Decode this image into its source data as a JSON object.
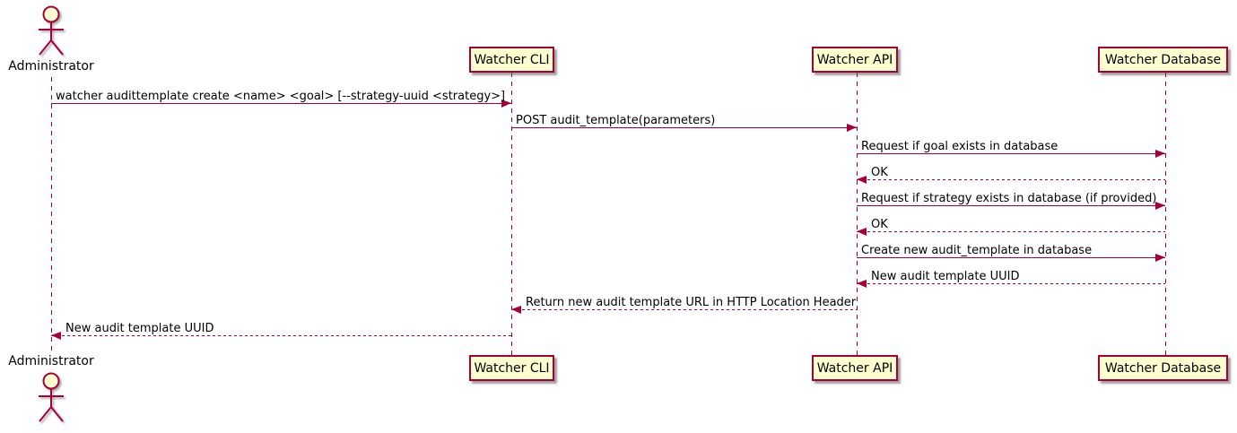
{
  "diagram": {
    "kind": "plantuml-sequence",
    "colors": {
      "accent": "#A80036",
      "participant_fill": "#FEFECE",
      "text": "#000000",
      "background": "#FFFFFF"
    }
  },
  "actor": {
    "label": "Administrator"
  },
  "participants": [
    {
      "label": "Watcher CLI"
    },
    {
      "label": "Watcher API"
    },
    {
      "label": "Watcher Database"
    }
  ],
  "messages": [
    {
      "from": "Administrator",
      "to": "Watcher CLI",
      "style": "solid",
      "text": "watcher audittemplate create <name> <goal> [--strategy-uuid <strategy>]"
    },
    {
      "from": "Watcher CLI",
      "to": "Watcher API",
      "style": "solid",
      "text": "POST audit_template(parameters)"
    },
    {
      "from": "Watcher API",
      "to": "Watcher Database",
      "style": "solid",
      "text": "Request if goal exists in database"
    },
    {
      "from": "Watcher Database",
      "to": "Watcher API",
      "style": "dashed",
      "text": "OK"
    },
    {
      "from": "Watcher API",
      "to": "Watcher Database",
      "style": "solid",
      "text": "Request if strategy exists in database (if provided)"
    },
    {
      "from": "Watcher Database",
      "to": "Watcher API",
      "style": "dashed",
      "text": "OK"
    },
    {
      "from": "Watcher API",
      "to": "Watcher Database",
      "style": "solid",
      "text": "Create new audit_template in database"
    },
    {
      "from": "Watcher Database",
      "to": "Watcher API",
      "style": "dashed",
      "text": "New audit template UUID"
    },
    {
      "from": "Watcher API",
      "to": "Watcher CLI",
      "style": "dashed",
      "text": "Return new audit template URL in HTTP Location Header"
    },
    {
      "from": "Watcher CLI",
      "to": "Administrator",
      "style": "dashed",
      "text": "New audit template UUID"
    }
  ]
}
